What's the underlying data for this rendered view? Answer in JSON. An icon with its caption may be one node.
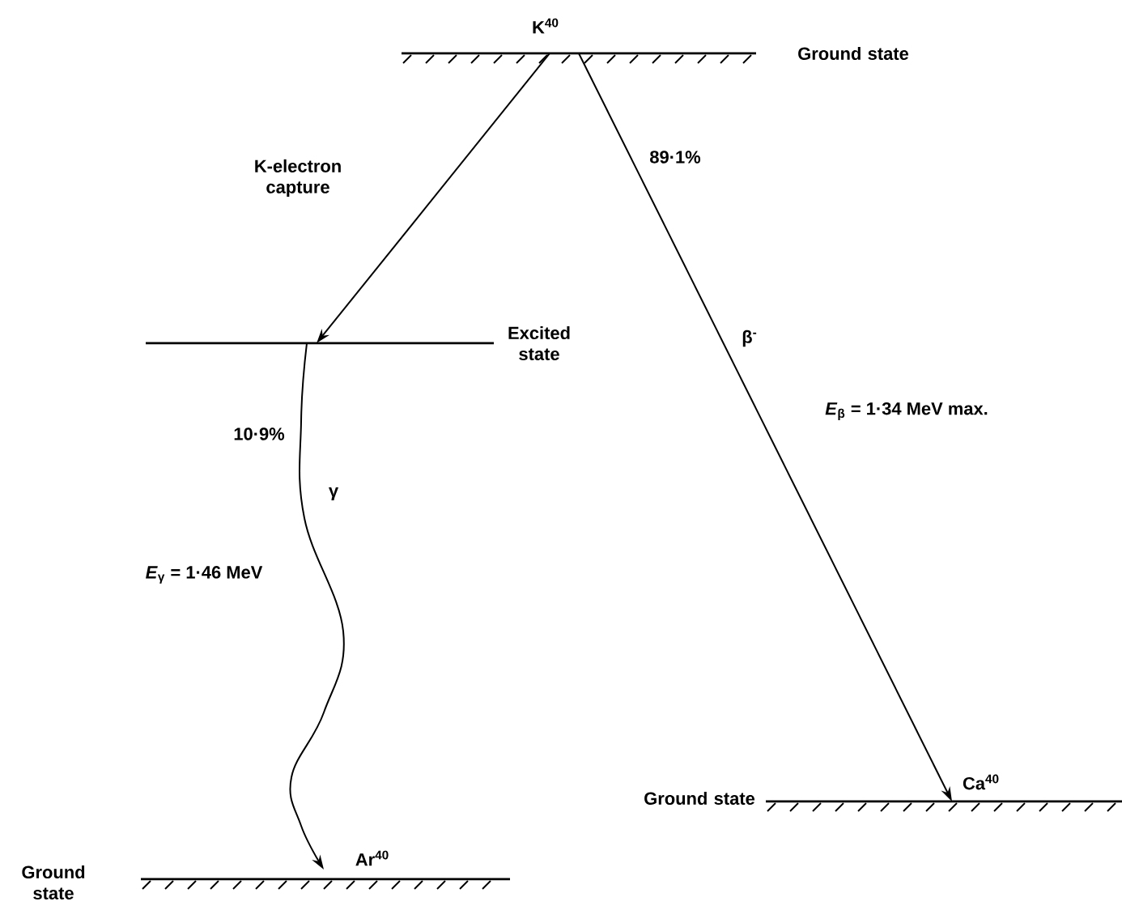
{
  "diagram": {
    "nodes": [
      {
        "text": [
          "K$^{40}$",
          "Ground state"
        ]
      },
      {
        "text": [
          "Excited state"
        ]
      },
      {
        "text": [
          "Ar$^{40}$",
          "Ground state"
        ]
      },
      {
        "text": [
          "Ca$^{40}$",
          "Ground state"
        ]
      }
    ],
    "edges": [
      {
        "from": 0,
        "to": 1,
        "arrow": "to",
        "label": "K-electron capture"
      },
      {
        "from": 0,
        "to": 3,
        "arrow": "to",
        "label": "β$^{-}$"
      },
      {
        "from": 1,
        "to": 2,
        "arrow": "to",
        "label": "γ"
      }
    ],
    "labels": [
      "89·1%",
      "*E*$_{β}$ = 1·34 MeV max.",
      "10·9%",
      "*E*$_{γ}$ = 1·46 MeV"
    ]
  }
}
